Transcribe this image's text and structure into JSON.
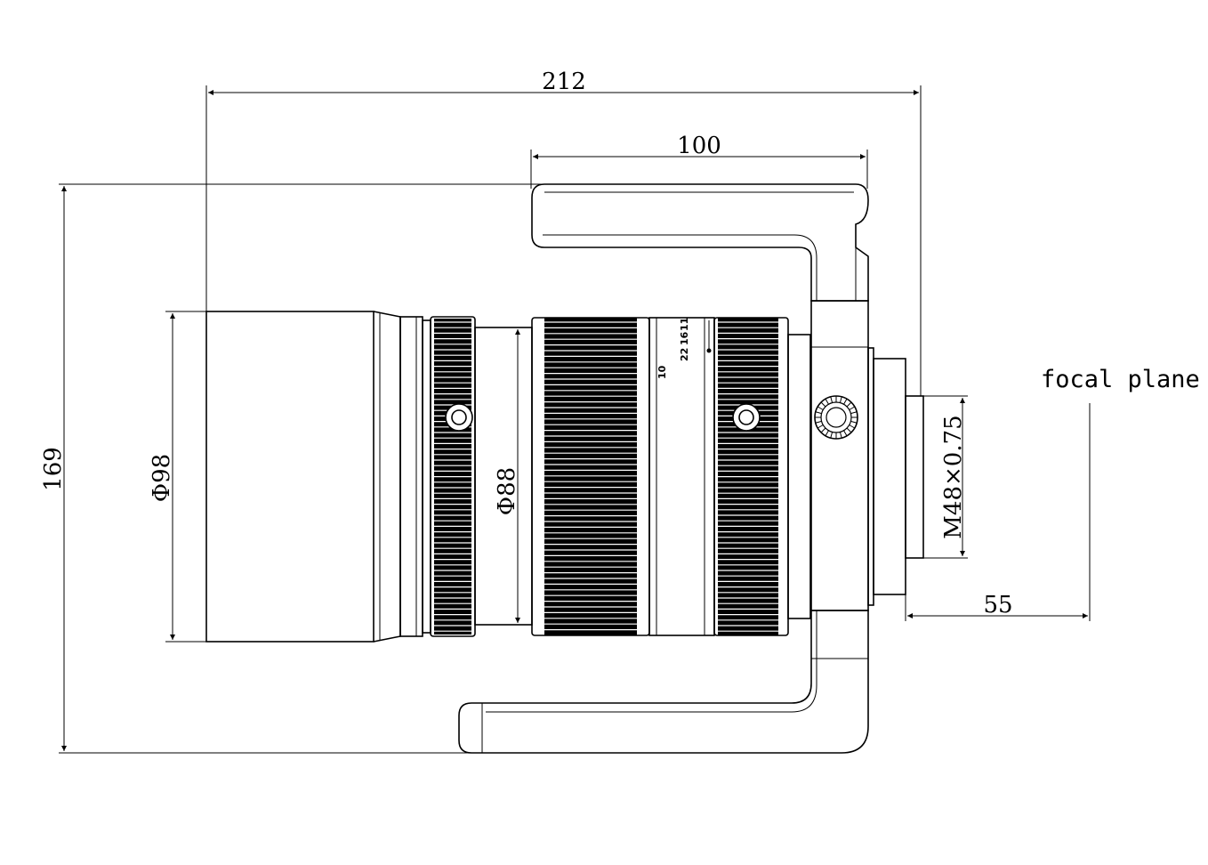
{
  "dimensions": {
    "overall_length": "212",
    "handle_length": "100",
    "overall_height": "169",
    "front_diameter": "Φ98",
    "barrel_diameter": "Φ88",
    "mount_thread": "M48×0.75",
    "flange_distance": "55"
  },
  "labels": {
    "focal_plane": "focal plane"
  },
  "aperture_scale": {
    "values": [
      "22",
      "16",
      "11",
      "10"
    ]
  },
  "colors": {
    "line": "#000000",
    "background": "#ffffff"
  }
}
